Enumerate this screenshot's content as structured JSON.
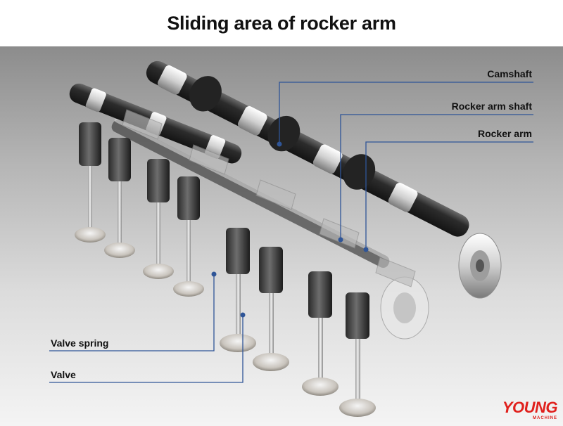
{
  "title": "Sliding area of rocker arm",
  "labels": {
    "camshaft": "Camshaft",
    "rocker_arm_shaft": "Rocker arm shaft",
    "rocker_arm": "Rocker arm",
    "valve_spring": "Valve spring",
    "valve": "Valve"
  },
  "watermark": {
    "main": "YOUNG",
    "sub": "MACHINE"
  },
  "colors": {
    "leader_line": "#2f5597",
    "watermark": "#e0201c"
  }
}
